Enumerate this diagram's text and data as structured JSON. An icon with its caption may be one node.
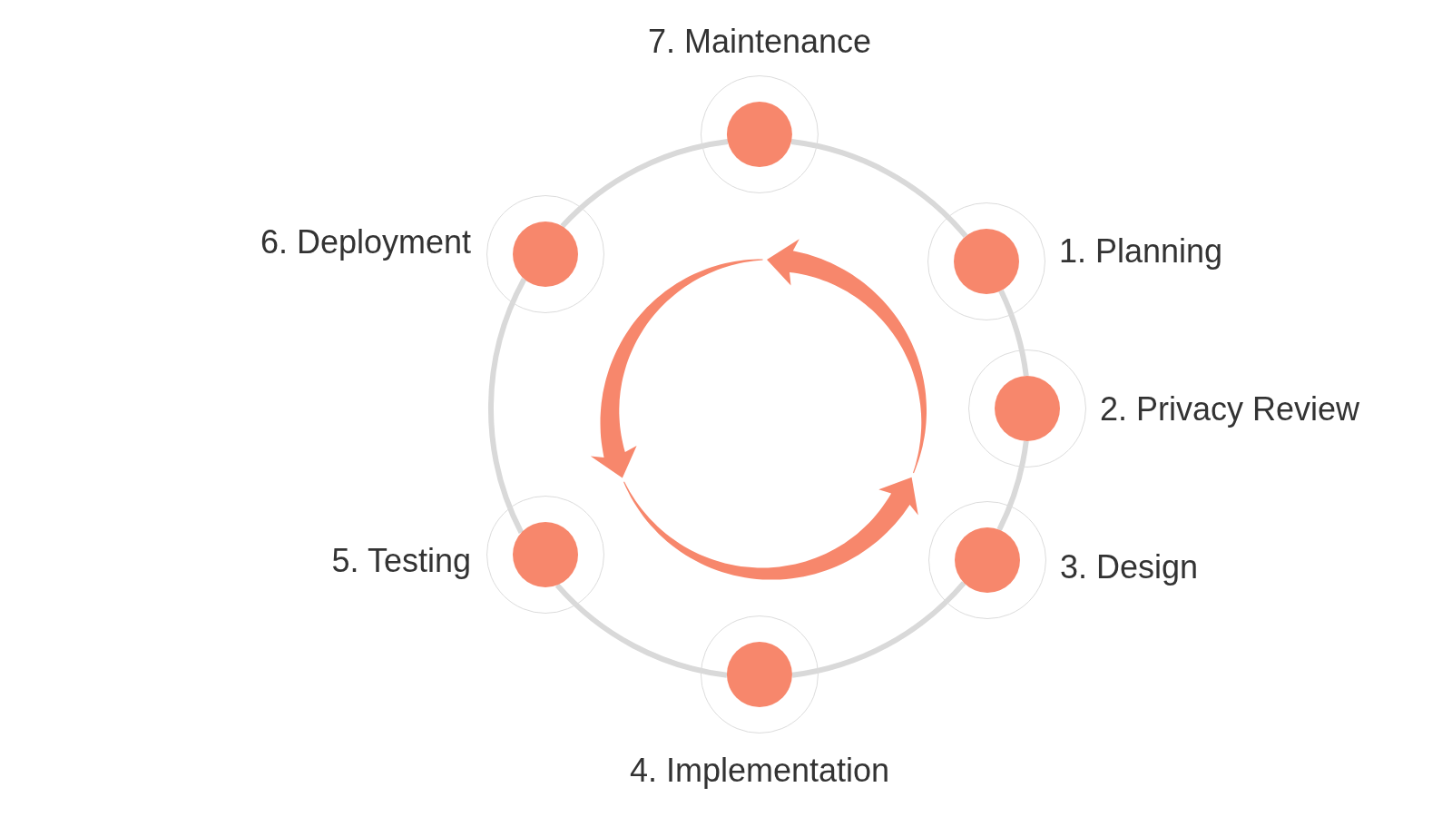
{
  "diagram": {
    "nodes": [
      {
        "text": [
          "1. Planning"
        ]
      },
      {
        "text": [
          "2. Privacy Review"
        ]
      },
      {
        "text": [
          "3. Design"
        ]
      },
      {
        "text": [
          "4. Implementation"
        ]
      },
      {
        "text": [
          "5. Testing"
        ]
      },
      {
        "text": [
          "6. Deployment"
        ]
      },
      {
        "text": [
          "7. Maintenance"
        ]
      }
    ],
    "edges": [
      {
        "from": 0,
        "to": 1,
        "arrow": "none"
      },
      {
        "from": 1,
        "to": 2,
        "arrow": "none"
      },
      {
        "from": 2,
        "to": 3,
        "arrow": "none"
      },
      {
        "from": 3,
        "to": 4,
        "arrow": "none"
      },
      {
        "from": 4,
        "to": 5,
        "arrow": "none"
      },
      {
        "from": 5,
        "to": 6,
        "arrow": "none"
      },
      {
        "from": 6,
        "to": 0,
        "arrow": "none"
      }
    ]
  }
}
